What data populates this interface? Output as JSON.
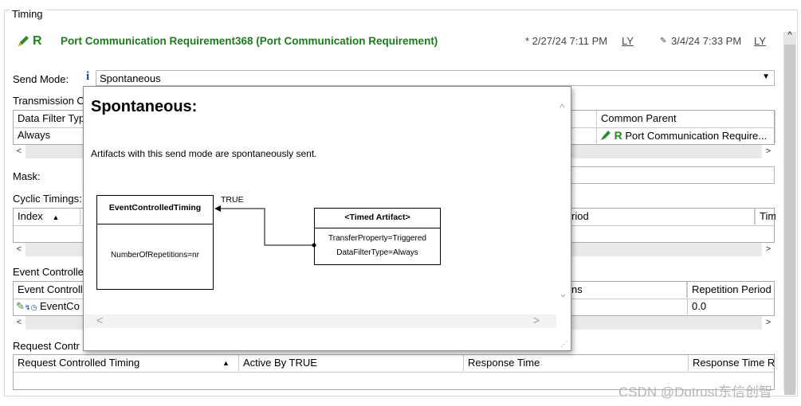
{
  "section": {
    "legend": "Timing"
  },
  "header": {
    "r_letter": "R",
    "title": "Port Communication Requirement368 (Port Communication Requirement)",
    "created": "* 2/27/24 7:11 PM",
    "created_by": "LY",
    "modified_icon": "pencil-icon",
    "modified": "3/4/24 7:33 PM",
    "modified_by": "LY"
  },
  "send_mode": {
    "label": "Send Mode:",
    "info": "i",
    "value": "Spontaneous"
  },
  "transmission": {
    "label": "Transmission C",
    "columns": [
      "Data Filter Typ",
      "Common Parent"
    ],
    "row": {
      "c1": "Always",
      "r_letter": "R",
      "parent": "Port Communication Require..."
    }
  },
  "mask": {
    "label": "Mask:"
  },
  "cyclic": {
    "label": "Cyclic Timings:",
    "columns": [
      "Index",
      "riod",
      "Tim"
    ]
  },
  "event": {
    "label": "Event Controlle",
    "columns": [
      "Event Controll",
      "ns",
      "Repetition Period"
    ],
    "row": {
      "c1": "EventCo",
      "period": "0.0"
    }
  },
  "request": {
    "label": "Request Contr",
    "columns": [
      "Request Controlled Timing",
      "Active By TRUE",
      "Response Time",
      "Response Time R"
    ]
  },
  "popup": {
    "title": "Spontaneous:",
    "description": "Artifacts with this send mode are spontaneously sent.",
    "diagram": {
      "left_box": {
        "title": "EventControlledTiming",
        "attr": "NumberOfRepetitions=nr"
      },
      "right_box": {
        "title": "<Timed Artifact>",
        "attr1": "TransferProperty=Triggered",
        "attr2": "DataFilterType=Always"
      },
      "edge_label": "TRUE"
    }
  },
  "watermark": "CSDN @Dotrust东信创智"
}
